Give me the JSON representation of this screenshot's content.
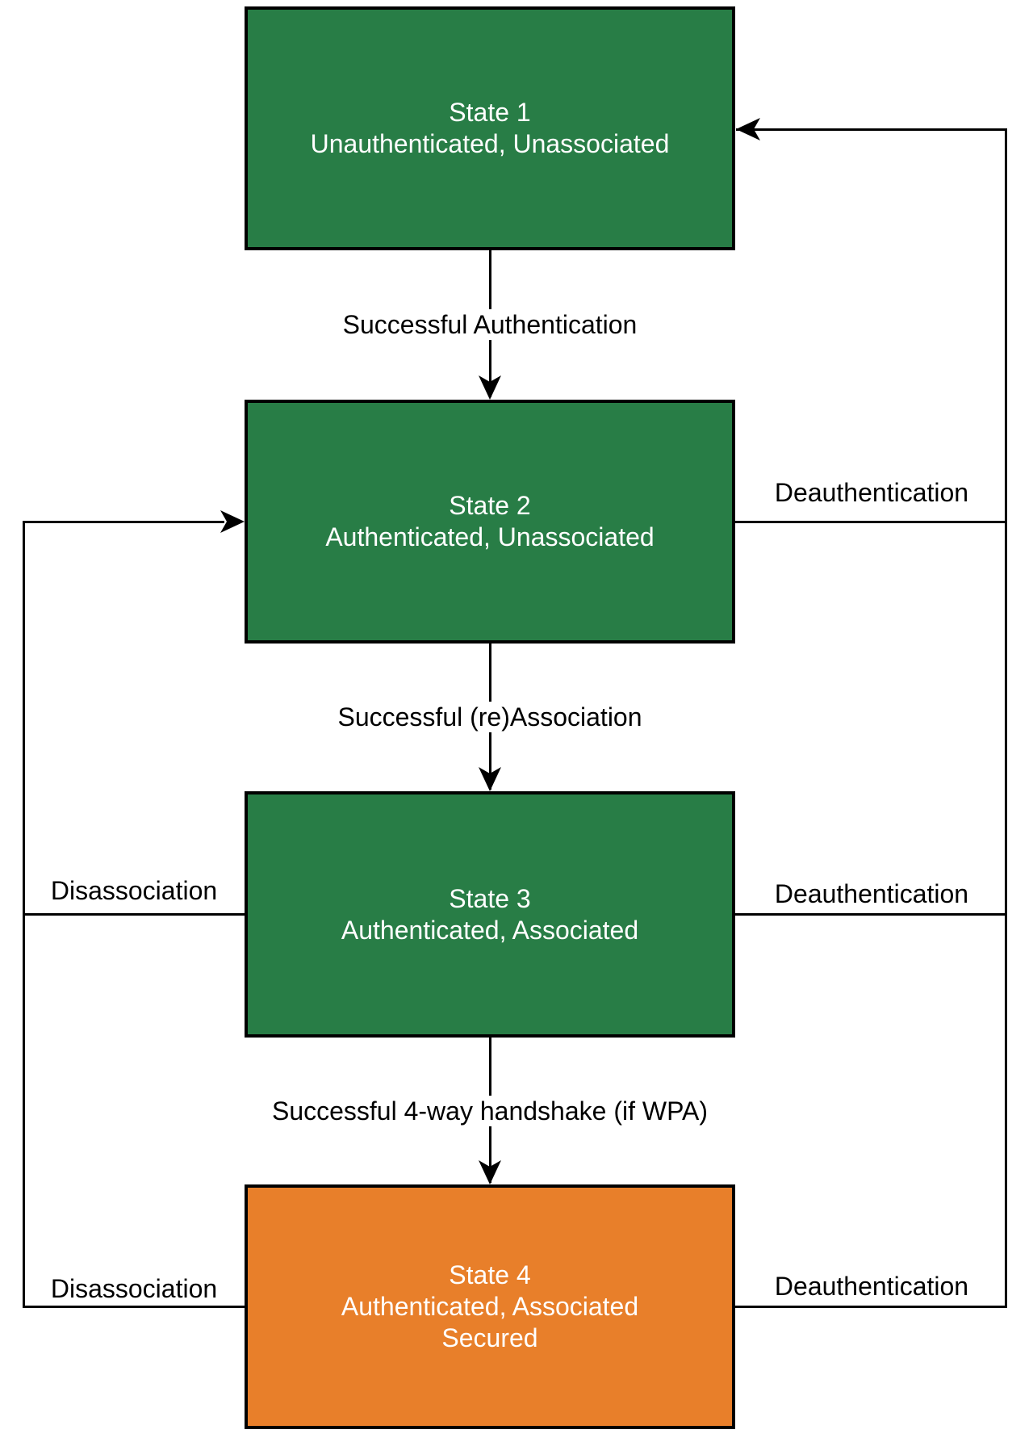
{
  "colors": {
    "state_green": "#287d46",
    "state_orange": "#e87f2a",
    "connector_line": "#000000",
    "state_text": "#ffffff",
    "edge_label_text": "#000000",
    "background": "#ffffff"
  },
  "states": [
    {
      "label": "State 1\nUnauthenticated, Unassociated",
      "color": "#287d46"
    },
    {
      "label": "State 2\nAuthenticated, Unassociated",
      "color": "#287d46"
    },
    {
      "label": "State 3\nAuthenticated, Associated",
      "color": "#287d46"
    },
    {
      "label": "State 4\nAuthenticated, Associated\nSecured",
      "color": "#e87f2a"
    }
  ],
  "edges": {
    "successful_authentication": "Successful Authentication",
    "successful_reassociation": "Successful (re)Association",
    "successful_handshake": "Successful 4-way handshake (if WPA)",
    "deauthentication_state2": "Deauthentication",
    "deauthentication_state3": "Deauthentication",
    "deauthentication_state4": "Deauthentication",
    "disassociation_state3": "Disassociation",
    "disassociation_state4": "Disassociation"
  }
}
